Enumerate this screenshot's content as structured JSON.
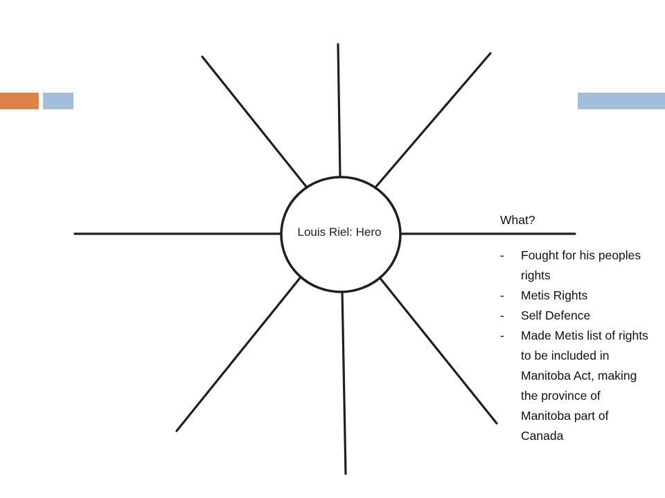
{
  "colors": {
    "accent_orange": "#dd8347",
    "accent_blue": "#a3bedb",
    "line": "#1f1f1f"
  },
  "diagram": {
    "center_label": "Louis Riel: Hero"
  },
  "info": {
    "heading": "What?",
    "bullet_marker": "-",
    "items": [
      "Fought for his peoples rights",
      "Metis Rights",
      "Self Defence",
      "Made Metis list of rights to be included in Manitoba Act, making the province of Manitoba part of Canada"
    ]
  }
}
